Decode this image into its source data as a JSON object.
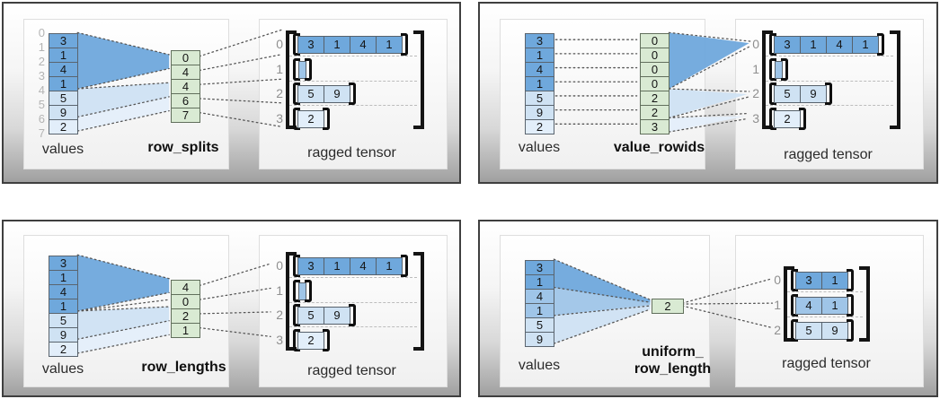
{
  "colors": {
    "dark_blue": "#6fa8dc",
    "medium_blue": "#9fc5e8",
    "light_blue": "#cfe2f3",
    "pale_blue": "#e2eefa",
    "green": "#d9ead3"
  },
  "quadrants": [
    {
      "name": "row_splits",
      "values_label": "values",
      "method_label_lines": [
        "row_splits"
      ],
      "tensor_label": "ragged tensor",
      "value_indices": [
        "0",
        "1",
        "2",
        "3",
        "4",
        "5",
        "6",
        "7"
      ],
      "values": [
        "3",
        "1",
        "4",
        "1",
        "5",
        "9",
        "2"
      ],
      "method_cells": [
        "0",
        "4",
        "4",
        "6",
        "7"
      ],
      "tensor_row_labels": [
        "0",
        "1",
        "2",
        "3"
      ],
      "tensor_rows": [
        [
          "3",
          "1",
          "4",
          "1"
        ],
        [],
        [
          "5",
          "9"
        ],
        [
          "2"
        ]
      ]
    },
    {
      "name": "value_rowids",
      "values_label": "values",
      "method_label_lines": [
        "value_rowids"
      ],
      "tensor_label": "ragged tensor",
      "values": [
        "3",
        "1",
        "4",
        "1",
        "5",
        "9",
        "2"
      ],
      "method_cells": [
        "0",
        "0",
        "0",
        "0",
        "2",
        "2",
        "3"
      ],
      "tensor_row_labels": [
        "0",
        "1",
        "2",
        "3"
      ],
      "tensor_rows": [
        [
          "3",
          "1",
          "4",
          "1"
        ],
        [],
        [
          "5",
          "9"
        ],
        [
          "2"
        ]
      ]
    },
    {
      "name": "row_lengths",
      "values_label": "values",
      "method_label_lines": [
        "row_lengths"
      ],
      "tensor_label": "ragged tensor",
      "values": [
        "3",
        "1",
        "4",
        "1",
        "5",
        "9",
        "2"
      ],
      "method_cells": [
        "4",
        "0",
        "2",
        "1"
      ],
      "tensor_row_labels": [
        "0",
        "1",
        "2",
        "3"
      ],
      "tensor_rows": [
        [
          "3",
          "1",
          "4",
          "1"
        ],
        [],
        [
          "5",
          "9"
        ],
        [
          "2"
        ]
      ]
    },
    {
      "name": "uniform_row_length",
      "values_label": "values",
      "method_label_lines": [
        "uniform_",
        "row_length"
      ],
      "tensor_label": "ragged tensor",
      "values": [
        "3",
        "1",
        "4",
        "1",
        "5",
        "9"
      ],
      "method_cells": [
        "2"
      ],
      "tensor_row_labels": [
        "0",
        "1",
        "2"
      ],
      "tensor_rows": [
        [
          "3",
          "1"
        ],
        [
          "4",
          "1"
        ],
        [
          "5",
          "9"
        ]
      ]
    }
  ]
}
